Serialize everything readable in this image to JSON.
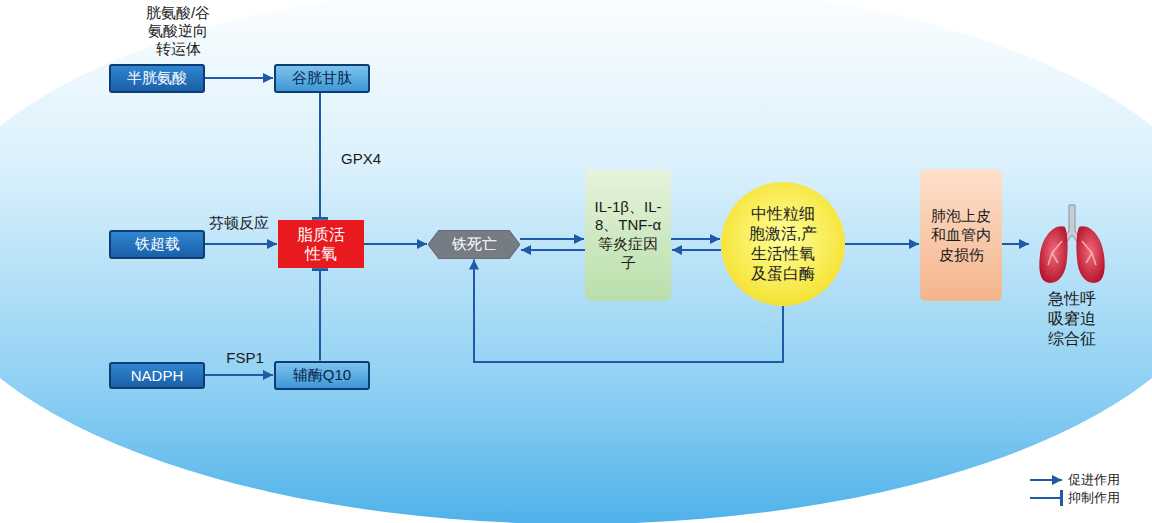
{
  "diagram": {
    "nodes": [
      {
        "text": [
          "半胱氨酸"
        ]
      },
      {
        "text": [
          "谷胱甘肽"
        ]
      },
      {
        "text": [
          "铁超载"
        ]
      },
      {
        "text": [
          "脂质活性氧"
        ]
      },
      {
        "text": [
          "NADPH"
        ]
      },
      {
        "text": [
          "辅酶Q10"
        ]
      },
      {
        "text": [
          "铁死亡"
        ]
      },
      {
        "text": [
          "IL-1β、IL-8、TNF-α等炎症因子"
        ]
      },
      {
        "text": [
          "中性粒细胞激活,产生活性氧及蛋白酶"
        ]
      },
      {
        "text": [
          "肺泡上皮和血管内皮损伤"
        ]
      },
      {
        "text": [
          "急性呼吸窘迫综合征"
        ]
      }
    ],
    "edges": [
      {
        "from": 0,
        "to": 1,
        "arrow": "to",
        "label": "胱氨酸/谷氨酸逆向转运体"
      },
      {
        "from": 1,
        "to": 3,
        "arrow": "to",
        "label": "GPX4"
      },
      {
        "from": 2,
        "to": 3,
        "arrow": "to",
        "label": "芬顿反应"
      },
      {
        "from": 4,
        "to": 5,
        "arrow": "to",
        "label": "FSP1"
      },
      {
        "from": 5,
        "to": 3,
        "arrow": "to"
      },
      {
        "from": 3,
        "to": 6,
        "arrow": "to"
      },
      {
        "from": 6,
        "to": 7,
        "arrow": "to"
      },
      {
        "from": 7,
        "to": 6,
        "arrow": "to"
      },
      {
        "from": 7,
        "to": 8,
        "arrow": "to"
      },
      {
        "from": 8,
        "to": 7,
        "arrow": "to"
      },
      {
        "from": 8,
        "to": 9,
        "arrow": "to"
      },
      {
        "from": 9,
        "to": 10,
        "arrow": "to"
      },
      {
        "from": 8,
        "to": 6,
        "arrow": "to"
      }
    ],
    "legend": [
      {
        "text": "促进作用"
      },
      {
        "text": "抑制作用"
      }
    ]
  }
}
